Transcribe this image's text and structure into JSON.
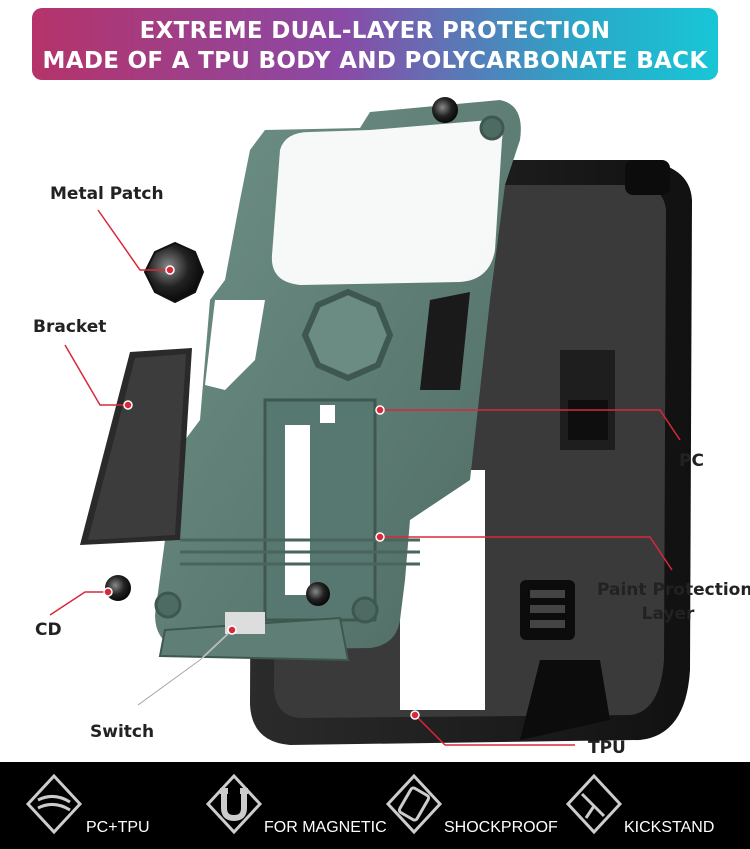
{
  "banner": {
    "line1": "EXTREME DUAL-LAYER PROTECTION",
    "line2": "MADE OF A TPU BODY AND POLYCARBONATE BACK"
  },
  "callouts": {
    "metal_patch": "Metal Patch",
    "bracket": "Bracket",
    "pc": "PC",
    "paint_protection_line1": "Paint Protection",
    "paint_protection_line2": "Layer",
    "cd": "CD",
    "switch": "Switch",
    "tpu": "TPU"
  },
  "features": [
    {
      "label": "PC+TPU",
      "icon": "layers-icon"
    },
    {
      "label": "FOR MAGNETIC",
      "icon": "magnet-icon"
    },
    {
      "label": "SHOCKPROOF",
      "icon": "shockproof-icon"
    },
    {
      "label": "KICKSTAND",
      "icon": "kickstand-icon"
    }
  ],
  "colors": {
    "banner_gradient_start": "#b5336a",
    "banner_gradient_end": "#18c6d6",
    "case_green": "#5f7f76",
    "callout_line": "#d8283a",
    "tpu_black": "#1a1a1a"
  }
}
